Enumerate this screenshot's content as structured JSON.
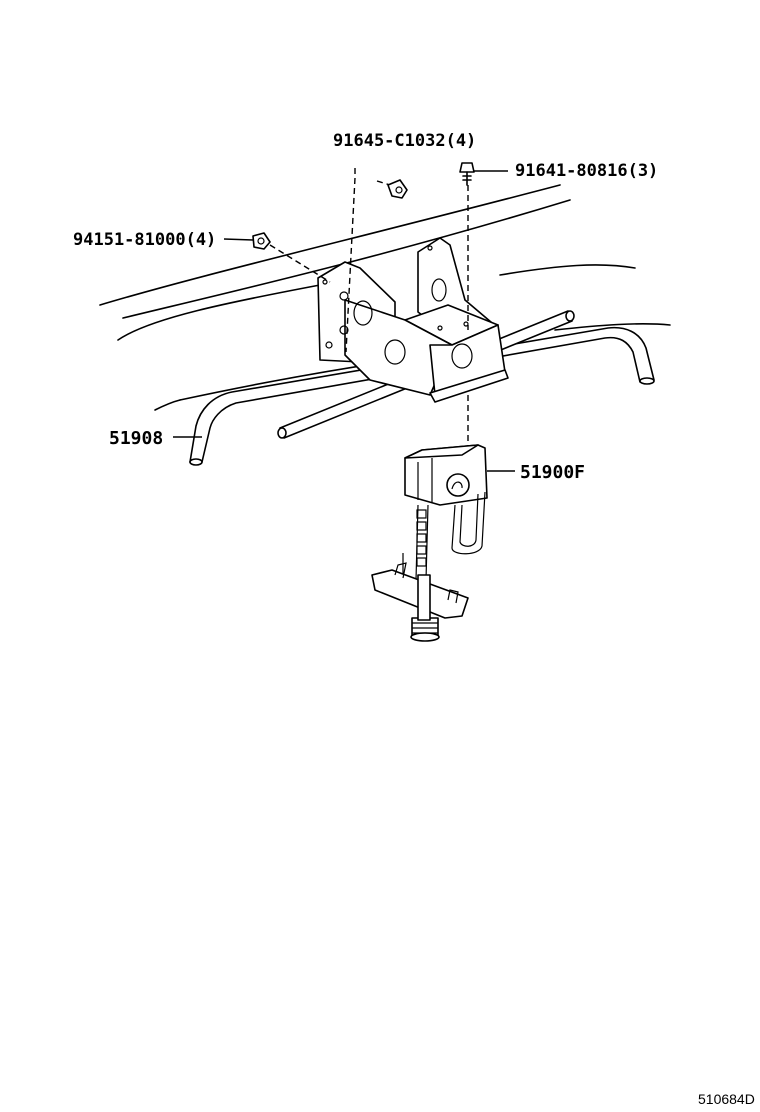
{
  "diagram": {
    "labels": {
      "bolt_upper": "91645-C1032(4)",
      "bolt_right": "91641-80816(3)",
      "nut_left": "94151-81000(4)",
      "tube": "51908",
      "carrier": "51900F"
    },
    "reference_code": "510684D"
  }
}
